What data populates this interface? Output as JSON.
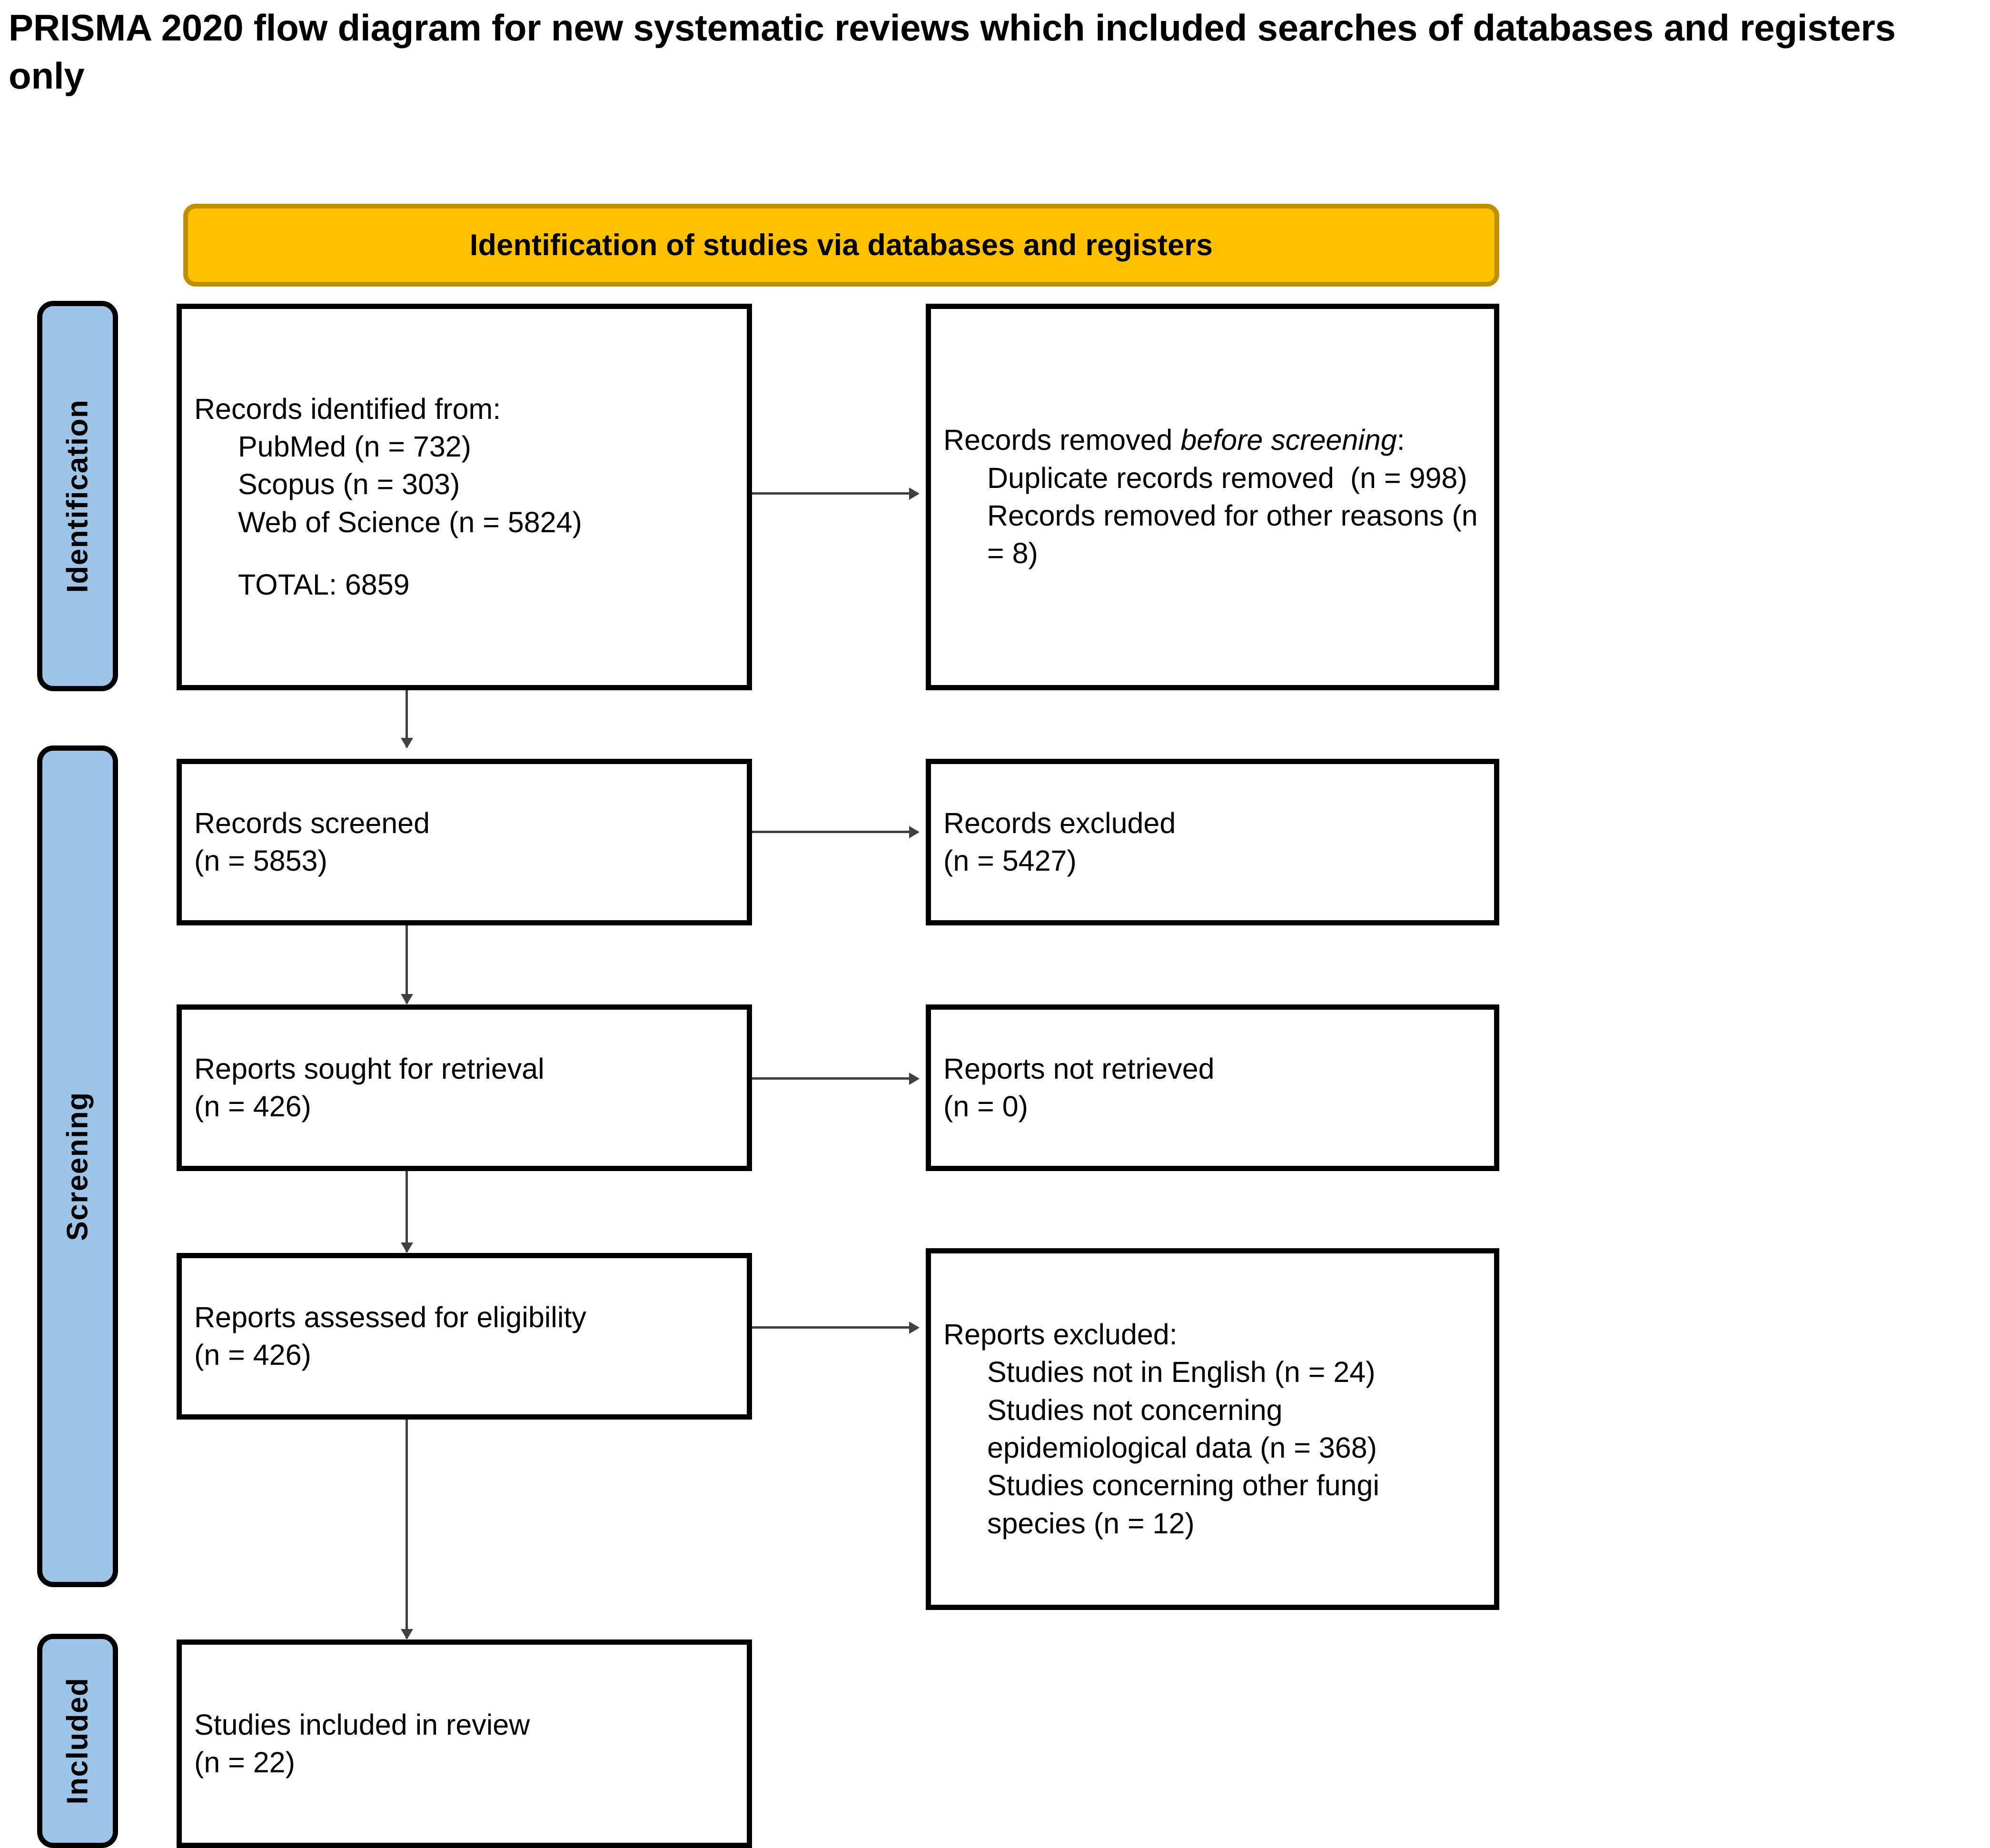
{
  "title": "PRISMA 2020 flow diagram for new systematic reviews which included searches of databases and registers only",
  "colors": {
    "banner_fill": "#FFC000",
    "banner_border": "#BF8F00",
    "stage_tab_fill": "#9DC3E6",
    "box_border": "#000000",
    "connector": "#404040"
  },
  "banner": {
    "label": "Identification of studies via databases and registers"
  },
  "stages": [
    {
      "id": "identification",
      "label": "Identification"
    },
    {
      "id": "screening",
      "label": "Screening"
    },
    {
      "id": "included",
      "label": "Included"
    }
  ],
  "boxes": {
    "records_identified": {
      "lines": [
        "Records identified from:",
        "PubMed (n = 732)",
        "Scopus (n = 303)",
        "Web of Science (n = 5824)",
        "TOTAL: 6859"
      ]
    },
    "records_removed": {
      "heading_plain": "Records removed ",
      "heading_italic": "before screening",
      "heading_colon": ":",
      "lines": [
        "Duplicate records removed  (n = 998)",
        "Records removed for other reasons (n = 8)"
      ]
    },
    "records_screened": {
      "lines": [
        "Records screened",
        "(n = 5853)"
      ]
    },
    "records_excluded": {
      "lines": [
        "Records excluded",
        "(n = 5427)"
      ]
    },
    "reports_sought": {
      "lines": [
        "Reports sought for retrieval",
        "(n = 426)"
      ]
    },
    "reports_not_retrieved": {
      "lines": [
        "Reports not retrieved",
        "(n = 0)"
      ]
    },
    "reports_assessed": {
      "lines": [
        "Reports assessed for eligibility",
        "(n = 426)"
      ]
    },
    "reports_excluded": {
      "heading": "Reports excluded:",
      "lines": [
        "Studies not in English (n = 24)",
        "Studies not concerning epidemiological data (n = 368)",
        "Studies concerning other fungi species (n = 12)"
      ]
    },
    "studies_included": {
      "lines": [
        "Studies included in review",
        "(n = 22)"
      ]
    }
  },
  "chart_data": {
    "type": "diagram",
    "title": "PRISMA 2020 flow diagram for new systematic reviews which included searches of databases and registers only",
    "nodes": [
      {
        "id": "records_identified",
        "stage": "Identification",
        "label": "Records identified from databases",
        "n": 6859,
        "sources": [
          {
            "name": "PubMed",
            "n": 732
          },
          {
            "name": "Scopus",
            "n": 303
          },
          {
            "name": "Web of Science",
            "n": 5824
          }
        ]
      },
      {
        "id": "records_removed",
        "stage": "Identification",
        "label": "Records removed before screening",
        "reasons": [
          {
            "name": "Duplicate records removed",
            "n": 998
          },
          {
            "name": "Records removed for other reasons",
            "n": 8
          }
        ]
      },
      {
        "id": "records_screened",
        "stage": "Screening",
        "label": "Records screened",
        "n": 5853
      },
      {
        "id": "records_excluded",
        "stage": "Screening",
        "label": "Records excluded",
        "n": 5427
      },
      {
        "id": "reports_sought",
        "stage": "Screening",
        "label": "Reports sought for retrieval",
        "n": 426
      },
      {
        "id": "reports_not_retrieved",
        "stage": "Screening",
        "label": "Reports not retrieved",
        "n": 0
      },
      {
        "id": "reports_assessed",
        "stage": "Screening",
        "label": "Reports assessed for eligibility",
        "n": 426
      },
      {
        "id": "reports_excluded",
        "stage": "Screening",
        "label": "Reports excluded",
        "reasons": [
          {
            "name": "Studies not in English",
            "n": 24
          },
          {
            "name": "Studies not concerning epidemiological data",
            "n": 368
          },
          {
            "name": "Studies concerning other fungi species",
            "n": 12
          }
        ]
      },
      {
        "id": "studies_included",
        "stage": "Included",
        "label": "Studies included in review",
        "n": 22
      }
    ],
    "edges": [
      {
        "from": "records_identified",
        "to": "records_removed",
        "direction": "right"
      },
      {
        "from": "records_identified",
        "to": "records_screened",
        "direction": "down"
      },
      {
        "from": "records_screened",
        "to": "records_excluded",
        "direction": "right"
      },
      {
        "from": "records_screened",
        "to": "reports_sought",
        "direction": "down"
      },
      {
        "from": "reports_sought",
        "to": "reports_not_retrieved",
        "direction": "right"
      },
      {
        "from": "reports_sought",
        "to": "reports_assessed",
        "direction": "down"
      },
      {
        "from": "reports_assessed",
        "to": "reports_excluded",
        "direction": "right"
      },
      {
        "from": "reports_assessed",
        "to": "studies_included",
        "direction": "down"
      }
    ]
  }
}
